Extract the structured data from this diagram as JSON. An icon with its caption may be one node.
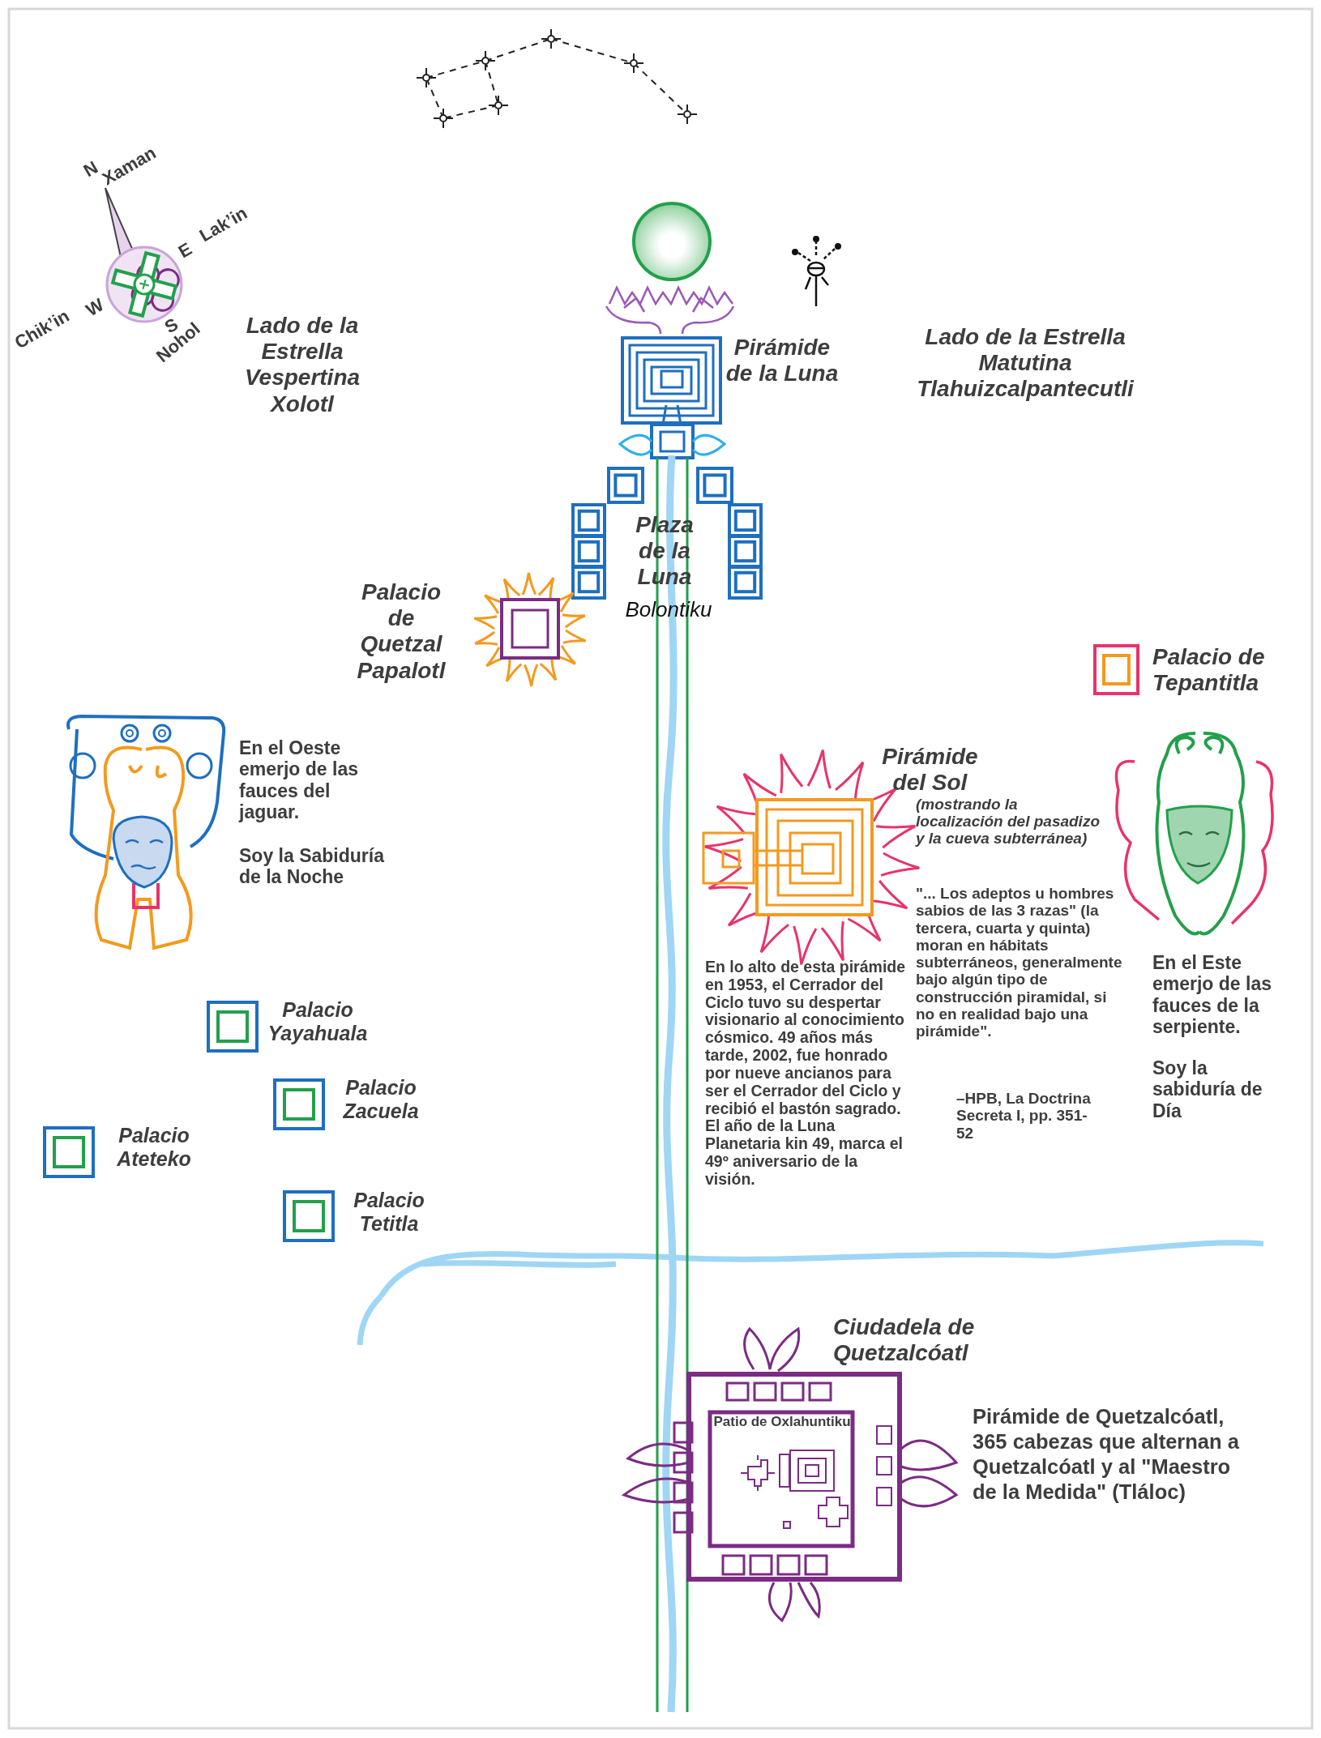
{
  "diagram": {
    "labels": [
      "N",
      "Xaman",
      "E",
      "Lak’in",
      "Chik’in",
      "W",
      "S",
      "Nohol",
      "Lado de la Estrella Vespertina Xolotl",
      "Pirámide de la Luna",
      "Lado de la Estrella Matutina Tlahuizcalpantecutli",
      "Plaza de la Luna",
      "Bolontiku",
      "Palacio de Quetzal Papalotl",
      "Palacio de Tepantitla",
      "En el Oeste emerjo de las fauces del jaguar.",
      "Soy la Sabiduría de la Noche",
      "Pirámide del Sol",
      "(mostrando la localización del pasadizo y la cueva subterránea)",
      "\"... Los adeptos u hombres sabios de las 3 razas\" (la tercera, cuarta y quinta) moran en hábitats subterráneos, generalmente bajo algún tipo de construcción piramidal, si no en realidad bajo una pirámide\".",
      "–HPB, La Doctrina Secreta I, pp. 351-52",
      "En el Este emerjo de las fauces de la serpiente.",
      "Soy la sabiduría de Día",
      "En lo alto de esta pirámide en 1953, el Cerrador del Ciclo tuvo su despertar visionario al conocimiento cósmico. 49 años más tarde, 2002, fue honrado por nueve ancianos para ser el Cerrador del Ciclo y recibió el bastón sagrado. El año de la Luna Planetaria kin 49, marca el 49º aniversario de la visión.",
      "Palacio Yayahuala",
      "Palacio Zacuela",
      "Palacio Ateteko",
      "Palacio Tetitla",
      "Ciudadela de Quetzalcóatl",
      "Patio de Oxlahuntiku",
      "Pirámide de Quetzalcóatl, 365 cabezas que alternan a Quetzalcóatl y al \"Maestro de la Medida\" (Tláloc)"
    ]
  }
}
